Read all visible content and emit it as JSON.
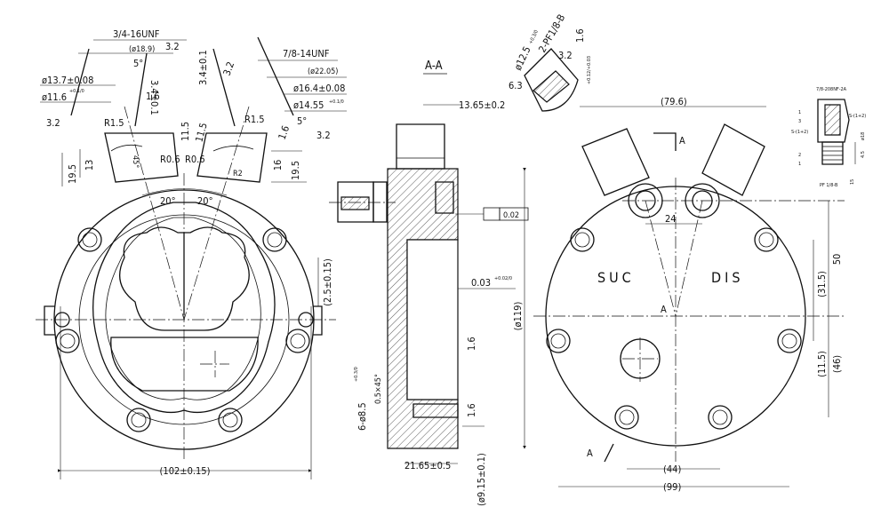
{
  "section_label": "A-A",
  "section_marks": [
    "A",
    "A",
    "A"
  ],
  "ports": {
    "suction": "SUC",
    "discharge": "DIS"
  },
  "left_view": {
    "thread_suction": "3/4-16UNF",
    "thread_suction_ref": "(ø18.9)",
    "thread_discharge": "7/8-14UNF",
    "thread_discharge_ref": "(ø22.05)",
    "d_137": "ø13.7±0.08",
    "d_116": "ø11.6",
    "d_116_tol": "+0.1/0",
    "d_164": "ø16.4±0.08",
    "d_1455": "ø14.55",
    "d_1455_tol": "+0.1/0",
    "depth_34a": "3.4±0.1",
    "depth_34b": "3.4±0.1",
    "angle_5a": "5°",
    "angle_5b": "5°",
    "r15a": "R1.5",
    "r15b": "R1.5",
    "r06a": "R0.6",
    "r06b": "R0.6",
    "r12": "R2",
    "angle_45": "45°",
    "dim_115a": "11.5",
    "dim_115b": "11.5",
    "dim_13": "13",
    "dim_195a": "19.5",
    "dim_16": "16",
    "dim_195b": "19.5",
    "ang_20a": "20°",
    "ang_20b": "20°",
    "rough_32a": "3.2",
    "rough_32b": "3.2",
    "rough_32c": "3.2",
    "rough_32d": "3.2",
    "rough_16a": "1.6",
    "rough_16b": "1.6",
    "dim_25": "(2.5±0.15)",
    "dim_102": "(102±0.15)"
  },
  "section_view": {
    "dim_1365": "13.65±0.2",
    "flatness_value": "0.02",
    "dim_003": "0.03",
    "dim_003_tol": "+0.02/0",
    "dim_119": "(ø119)",
    "rough_16a": "1.6",
    "rough_16b": "1.6",
    "holes": "6-ø8.5",
    "holes_tol": "+0.3/0",
    "chamfer": "0.5×45°",
    "dim_2165": "21.65±0.5",
    "dim_915": "(ø9.15±0.1)",
    "detail_d125": "ø12.5",
    "detail_d125_tol": "+0.3/0",
    "detail_thread": "2-PF1/8-B",
    "detail_rough_32": "3.2",
    "detail_rough_63": "6.3",
    "detail_rough_16": "1.6",
    "detail_tol": "+0.12/+0.03"
  },
  "right_view": {
    "dim_796": "(79.6)",
    "dim_24": "24",
    "dim_50": "50",
    "dim_315": "(31.5)",
    "dim_115": "(11.5)",
    "dim_46": "(46)",
    "dim_44": "(44)",
    "dim_99": "(99)"
  },
  "fitting_detail": {
    "title": "7/8-208NF-2A",
    "s_upper": "S-(1+2)",
    "s_lower": "S-(1+2)",
    "label_3": "3",
    "label_1": "1",
    "label_2": "2",
    "label_1b": "1",
    "bottom": "PF 1/8-B",
    "side_a": "ø18",
    "side_b": "4.5",
    "side_c": "15"
  }
}
